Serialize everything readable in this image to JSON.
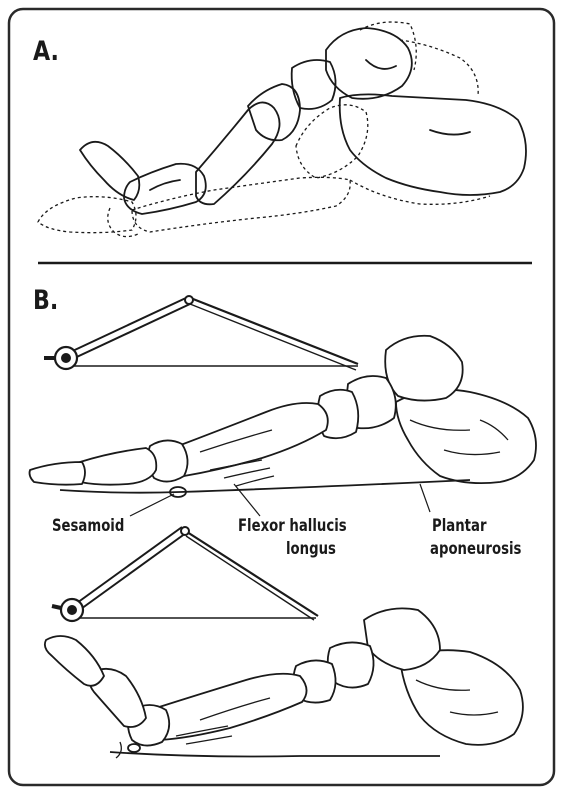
{
  "panels": {
    "a_label": "A.",
    "b_label": "B."
  },
  "labels": {
    "sesamoid": "Sesamoid",
    "flexor_line1": "Flexor hallucis",
    "flexor_line2": "longus",
    "plantar_line1": "Plantar",
    "plantar_line2": "aponeurosis"
  }
}
